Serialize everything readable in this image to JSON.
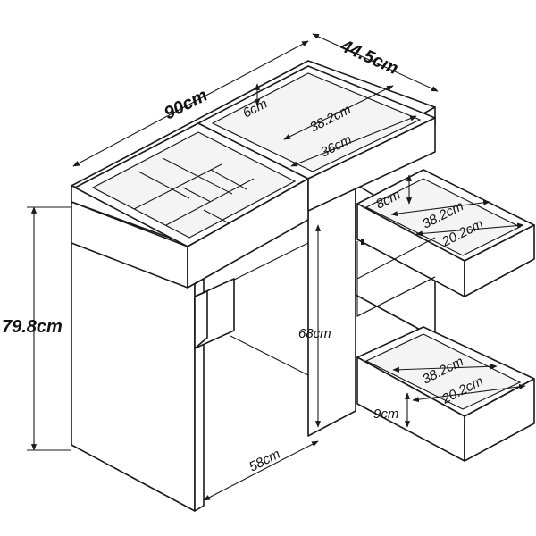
{
  "dimensions": {
    "width_total": "90cm",
    "depth_total": "44.5cm",
    "height_total": "79.8cm",
    "top_tray_depth": "6cm",
    "top_tray_width": "38.2cm",
    "top_tray_inner": "36cm",
    "drawer_top_height": "8cm",
    "drawer_top_width": "38.2cm",
    "drawer_top_depth": "20.2cm",
    "leg_height": "68cm",
    "knee_width": "58cm",
    "drawer_bottom_height": "9cm",
    "drawer_bottom_width": "38.2cm",
    "drawer_bottom_depth": "20.2cm"
  }
}
